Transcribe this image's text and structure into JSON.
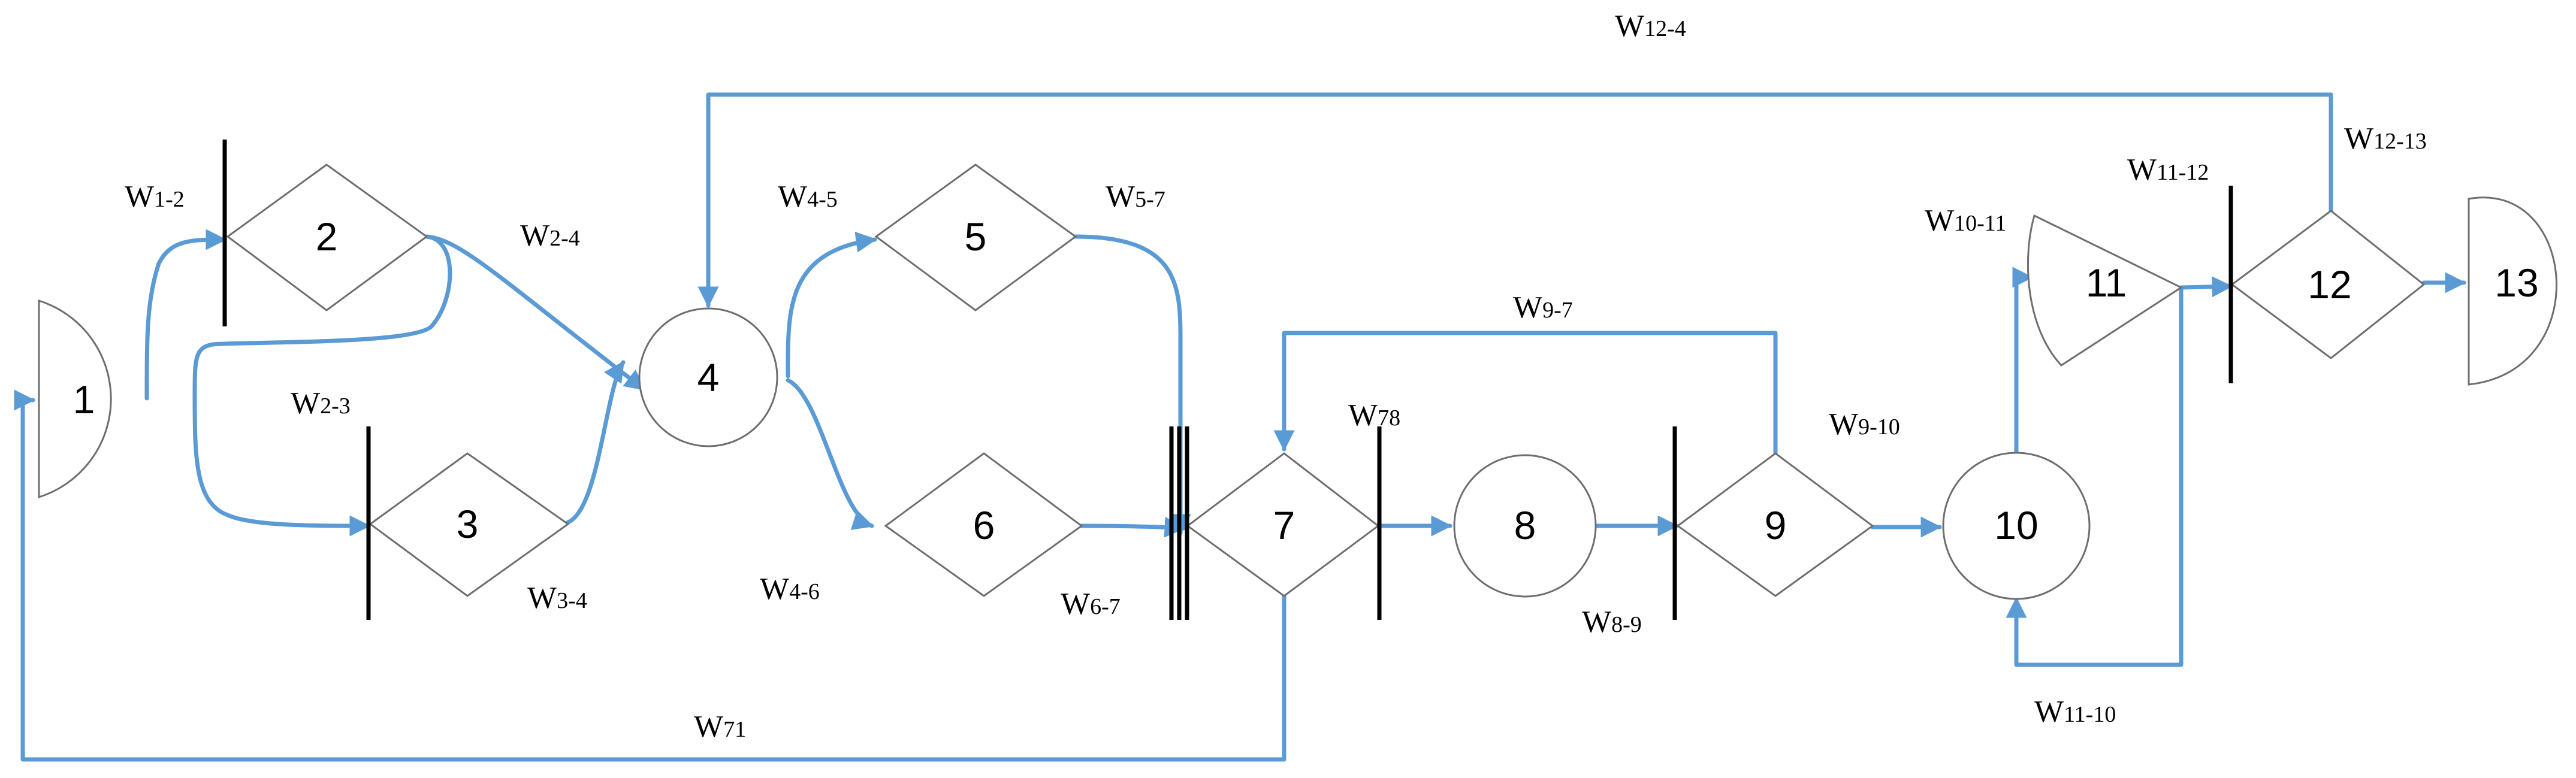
{
  "colors": {
    "edge": "#5b9bd5",
    "bar": "#000000",
    "node_stroke": "#6e6e6e"
  },
  "nodes": [
    {
      "id": "1",
      "label": "1",
      "shape": "half-circle"
    },
    {
      "id": "2",
      "label": "2",
      "shape": "diamond"
    },
    {
      "id": "3",
      "label": "3",
      "shape": "diamond"
    },
    {
      "id": "4",
      "label": "4",
      "shape": "circle"
    },
    {
      "id": "5",
      "label": "5",
      "shape": "diamond"
    },
    {
      "id": "6",
      "label": "6",
      "shape": "diamond"
    },
    {
      "id": "7",
      "label": "7",
      "shape": "diamond"
    },
    {
      "id": "8",
      "label": "8",
      "shape": "circle"
    },
    {
      "id": "9",
      "label": "9",
      "shape": "diamond"
    },
    {
      "id": "10",
      "label": "10",
      "shape": "circle"
    },
    {
      "id": "11",
      "label": "11",
      "shape": "triangle"
    },
    {
      "id": "12",
      "label": "12",
      "shape": "diamond"
    },
    {
      "id": "13",
      "label": "13",
      "shape": "half-circle"
    }
  ],
  "edges": [
    {
      "from": "1",
      "to": "2",
      "label": {
        "base": "W",
        "sub": "1-2"
      }
    },
    {
      "from": "2",
      "to": "4",
      "label": {
        "base": "W",
        "sub": "2-4"
      }
    },
    {
      "from": "2",
      "to": "3",
      "label": {
        "base": "W",
        "sub": "2-3"
      }
    },
    {
      "from": "3",
      "to": "4",
      "label": {
        "base": "W",
        "sub": "3-4"
      }
    },
    {
      "from": "4",
      "to": "5",
      "label": {
        "base": "W",
        "sub": "4-5"
      }
    },
    {
      "from": "4",
      "to": "6",
      "label": {
        "base": "W",
        "sub": "4-6"
      }
    },
    {
      "from": "5",
      "to": "7",
      "label": {
        "base": "W",
        "sub": "5-7"
      }
    },
    {
      "from": "6",
      "to": "7",
      "label": {
        "base": "W",
        "sub": "6-7"
      }
    },
    {
      "from": "7",
      "to": "8",
      "label": {
        "base": "W",
        "sub": "78"
      }
    },
    {
      "from": "7",
      "to": "1",
      "label": {
        "base": "W",
        "sub": "71"
      }
    },
    {
      "from": "8",
      "to": "9",
      "label": {
        "base": "W",
        "sub": "8-9"
      }
    },
    {
      "from": "9",
      "to": "7",
      "label": {
        "base": "W",
        "sub": "9-7"
      }
    },
    {
      "from": "9",
      "to": "10",
      "label": {
        "base": "W",
        "sub": "9-10"
      }
    },
    {
      "from": "10",
      "to": "11",
      "label": {
        "base": "W",
        "sub": "10-11"
      }
    },
    {
      "from": "11",
      "to": "10",
      "label": {
        "base": "W",
        "sub": "11-10"
      }
    },
    {
      "from": "11",
      "to": "12",
      "label": {
        "base": "W",
        "sub": "11-12"
      }
    },
    {
      "from": "12",
      "to": "13",
      "label": {
        "base": "W",
        "sub": "12-13"
      }
    },
    {
      "from": "12",
      "to": "4",
      "label": {
        "base": "W",
        "sub": "12-4"
      }
    }
  ]
}
